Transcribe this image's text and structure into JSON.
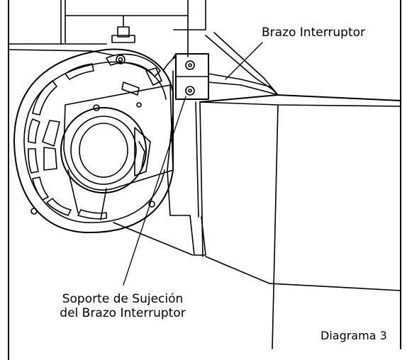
{
  "diagram": {
    "callouts": {
      "switch_arm": "Brazo Interruptor",
      "bracket_line1": "Soporte de Sujeción",
      "bracket_line2": "del Brazo Interruptor"
    },
    "caption": "Diagrama 3",
    "colors": {
      "line": "#000000",
      "background": "#ffffff"
    }
  }
}
